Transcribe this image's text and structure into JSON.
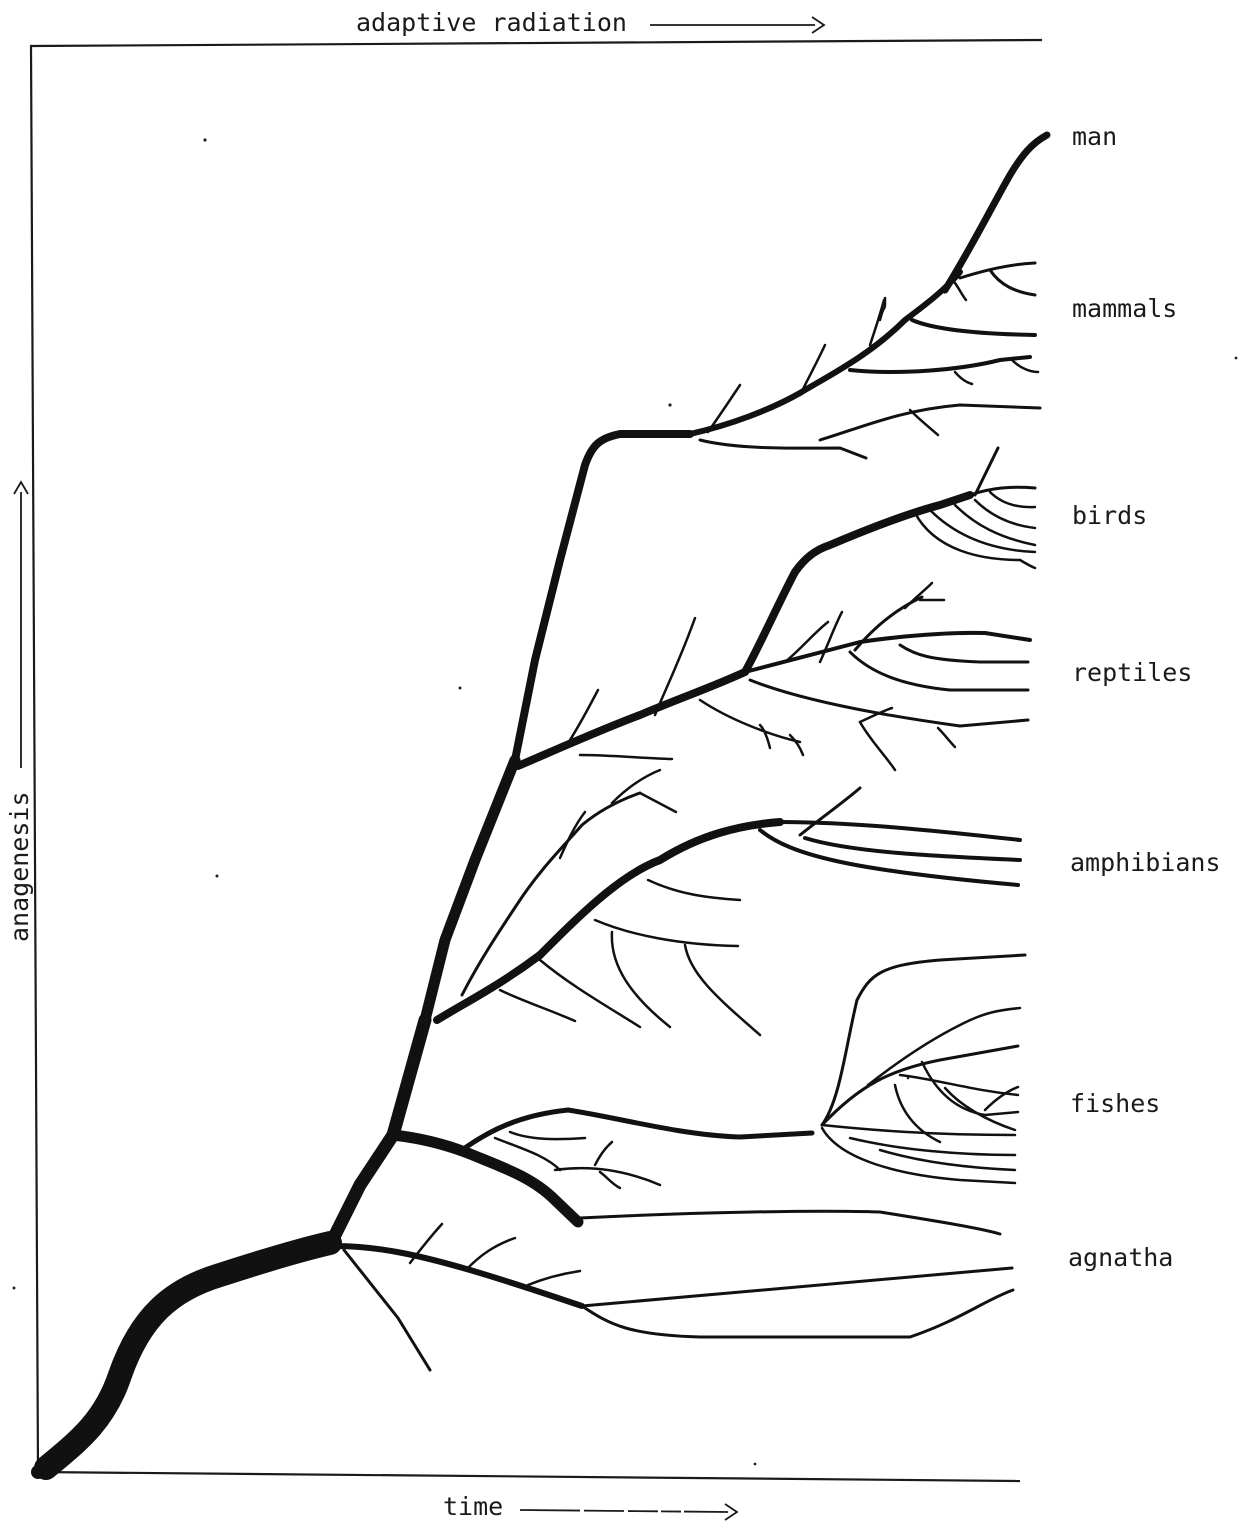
{
  "diagram": {
    "top_axis_label": "adaptive radiation",
    "left_axis_label": "anagenesis",
    "bottom_axis_label": "time",
    "taxa": [
      {
        "id": "man",
        "label": "man"
      },
      {
        "id": "mammals",
        "label": "mammals"
      },
      {
        "id": "birds",
        "label": "birds"
      },
      {
        "id": "reptiles",
        "label": "reptiles"
      },
      {
        "id": "amphibians",
        "label": "amphibians"
      },
      {
        "id": "fishes",
        "label": "fishes"
      },
      {
        "id": "agnatha",
        "label": "agnatha"
      }
    ],
    "line_color": "#111111"
  }
}
